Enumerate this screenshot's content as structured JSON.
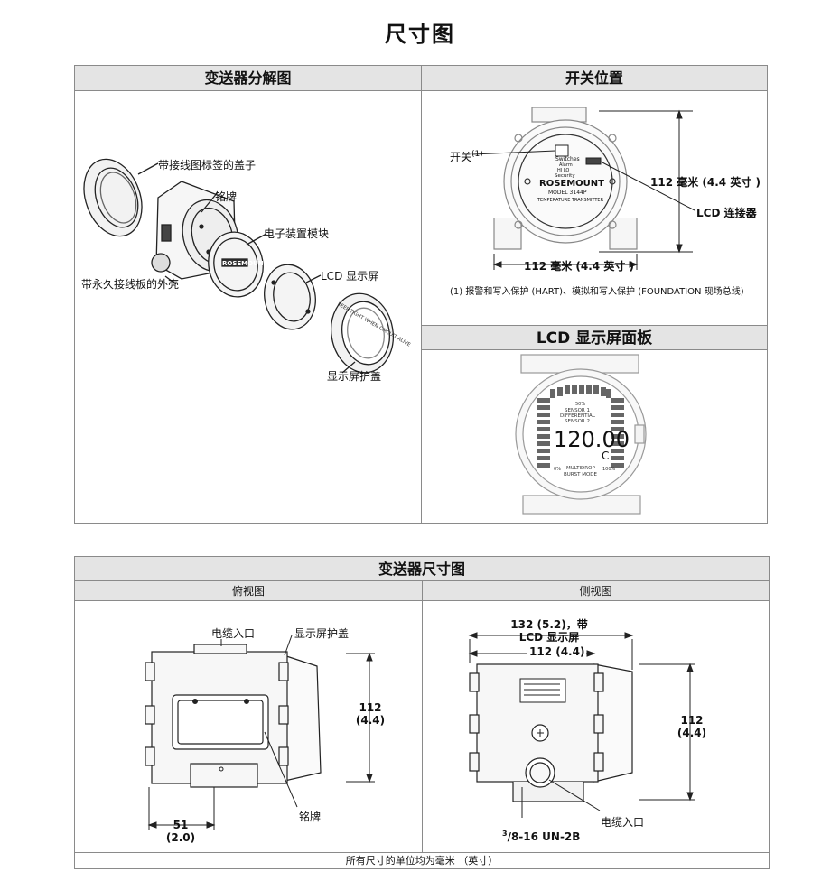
{
  "title": "尺寸图",
  "exploded": {
    "header": "变送器分解图",
    "labels": {
      "cover": "带接线图标签的盖子",
      "nameplate": "铭牌",
      "electronics": "电子装置模块",
      "lcd": "LCD 显示屏",
      "housing": "带永久接线板的外壳",
      "lcd_cover": "显示屏护盖"
    },
    "module_brand": "ROSEMOUNT",
    "cover_text": "KEEP TIGHT WHEN CIRCUIT ALIVE"
  },
  "switch": {
    "header": "开关位置",
    "label_switch": "开关",
    "footnote_ref": "(1)",
    "switch_text_top": "Switches",
    "switch_text_mid": "Alarm",
    "switch_text_mid2": "HI LO",
    "switch_text_bottom": "Security",
    "brand": "ROSEMOUNT",
    "model": "MODEL  3144P",
    "subtitle": "TEMPERATURE TRANSMITTER",
    "dim_vertical": "112 毫米 (4.4 英寸 )",
    "dim_horizontal": "112 毫米 (4.4 英寸 )",
    "label_connector": "LCD 连接器",
    "footnote": "(1) 报警和写入保护 (HART)、模拟和写入保护 (FOUNDATION 现场总线)"
  },
  "lcd_panel": {
    "header": "LCD 显示屏面板",
    "bar_pct": "50%",
    "sensor1": "SENSOR  1",
    "differential": "DIFFERENTIAL",
    "sensor2": "SENSOR  2",
    "reading": "120.00",
    "unit": "C",
    "pct0": "0%",
    "pct100": "100%",
    "multidrop": "MULTIDROP",
    "burst": "BURST  MODE"
  },
  "dimension": {
    "header": "变送器尺寸图",
    "top_view": {
      "header": "俯视图",
      "label_cable": "电缆入口",
      "label_cover": "显示屏护盖",
      "dim_height_mm": "112",
      "dim_height_in": "(4.4)",
      "dim_width_mm": "51",
      "dim_width_in": "(2.0)",
      "label_nameplate": "铭牌"
    },
    "side_view": {
      "header": "侧视图",
      "dim_top_line1": "132 (5.2)，带",
      "dim_top_line2": "LCD 显示屏",
      "dim_inner": "112 (4.4)",
      "dim_height_mm": "112",
      "dim_height_in": "(4.4)",
      "thread_sup": "3",
      "thread": "/8-16 UN-2B",
      "label_cable": "电缆入口"
    },
    "footer": "所有尺寸的单位均为毫米 （英寸）"
  }
}
